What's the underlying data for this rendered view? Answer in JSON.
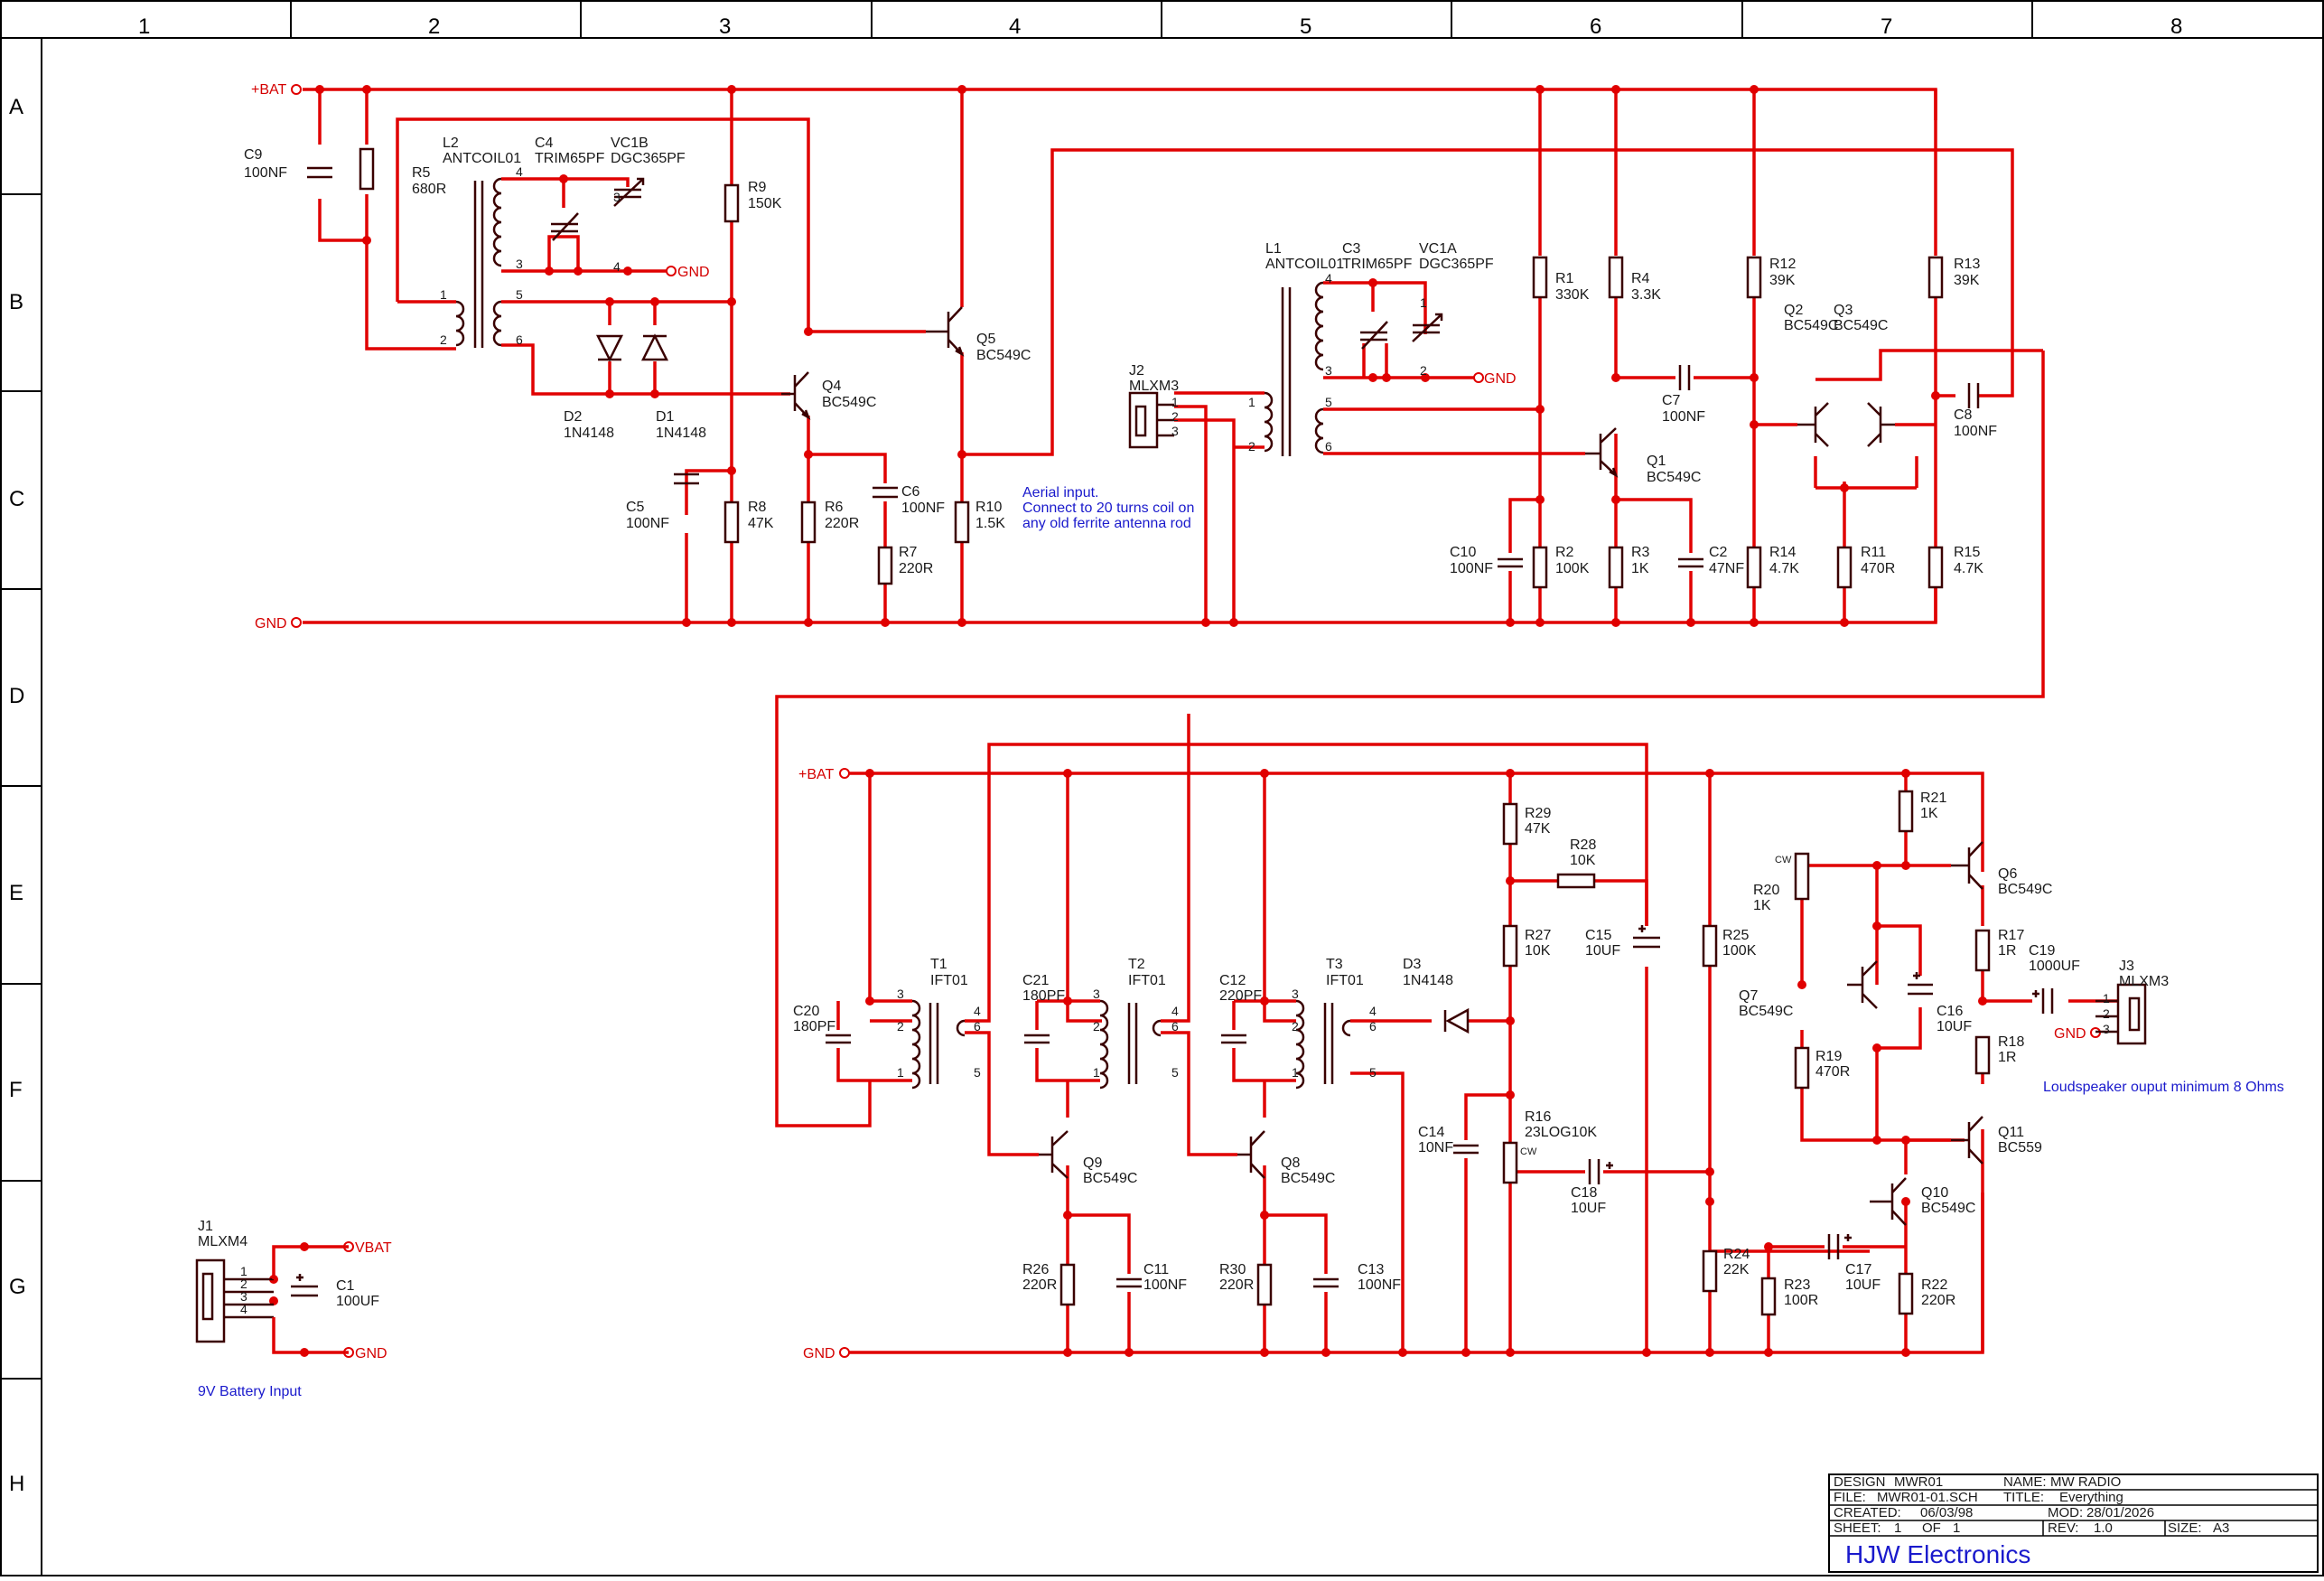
{
  "colors": {
    "wire": "#e00000",
    "component": "#3a0000",
    "note": "#1a1acc",
    "border": "#000000"
  },
  "grid": {
    "columns": [
      "1",
      "2",
      "3",
      "4",
      "5",
      "6",
      "7",
      "8"
    ],
    "rows": [
      "A",
      "B",
      "C",
      "D",
      "E",
      "F",
      "G",
      "H"
    ]
  },
  "nets": {
    "bat_top": "+BAT",
    "gnd_top": "GND",
    "gnd_l2": "GND",
    "gnd_l1": "GND",
    "bat_mid": "+BAT",
    "gnd_bottom": "GND",
    "gnd_j3": "GND",
    "vbat": "VBAT",
    "gnd_batt": "GND"
  },
  "components": {
    "C9": {
      "ref": "C9",
      "value": "100NF"
    },
    "R5": {
      "ref": "R5",
      "value": "680R"
    },
    "L2": {
      "ref": "L2",
      "value": "ANTCOIL01"
    },
    "C4": {
      "ref": "C4",
      "value": "TRIM65PF"
    },
    "VC1B": {
      "ref": "VC1B",
      "value": "DGC365PF"
    },
    "R9": {
      "ref": "R9",
      "value": "150K"
    },
    "D2": {
      "ref": "D2",
      "value": "1N4148"
    },
    "D1": {
      "ref": "D1",
      "value": "1N4148"
    },
    "Q4": {
      "ref": "Q4",
      "value": "BC549C"
    },
    "Q5": {
      "ref": "Q5",
      "value": "BC549C"
    },
    "C5": {
      "ref": "C5",
      "value": "100NF"
    },
    "R8": {
      "ref": "R8",
      "value": "47K"
    },
    "R6": {
      "ref": "R6",
      "value": "220R"
    },
    "C6": {
      "ref": "C6",
      "value": "100NF"
    },
    "R7": {
      "ref": "R7",
      "value": "220R"
    },
    "R10": {
      "ref": "R10",
      "value": "1.5K"
    },
    "J2": {
      "ref": "J2",
      "value": "MLXM3"
    },
    "L1": {
      "ref": "L1",
      "value": "ANTCOIL01"
    },
    "C3": {
      "ref": "C3",
      "value": "TRIM65PF"
    },
    "VC1A": {
      "ref": "VC1A",
      "value": "DGC365PF"
    },
    "R1": {
      "ref": "R1",
      "value": "330K"
    },
    "R4": {
      "ref": "R4",
      "value": "3.3K"
    },
    "C7": {
      "ref": "C7",
      "value": "100NF"
    },
    "Q1": {
      "ref": "Q1",
      "value": "BC549C"
    },
    "R12": {
      "ref": "R12",
      "value": "39K"
    },
    "Q2": {
      "ref": "Q2",
      "value": "BC549C"
    },
    "Q3": {
      "ref": "Q3",
      "value": "BC549C"
    },
    "R13": {
      "ref": "R13",
      "value": "39K"
    },
    "C8": {
      "ref": "C8",
      "value": "100NF"
    },
    "C10": {
      "ref": "C10",
      "value": "100NF"
    },
    "R2": {
      "ref": "R2",
      "value": "100K"
    },
    "R3": {
      "ref": "R3",
      "value": "1K"
    },
    "C2": {
      "ref": "C2",
      "value": "47NF"
    },
    "R14": {
      "ref": "R14",
      "value": "4.7K"
    },
    "R11": {
      "ref": "R11",
      "value": "470R"
    },
    "R15": {
      "ref": "R15",
      "value": "4.7K"
    },
    "C20": {
      "ref": "C20",
      "value": "180PF"
    },
    "T1": {
      "ref": "T1",
      "value": "IFT01"
    },
    "C21": {
      "ref": "C21",
      "value": "180PF"
    },
    "T2": {
      "ref": "T2",
      "value": "IFT01"
    },
    "C12": {
      "ref": "C12",
      "value": "220PF"
    },
    "T3": {
      "ref": "T3",
      "value": "IFT01"
    },
    "D3": {
      "ref": "D3",
      "value": "1N4148"
    },
    "R29": {
      "ref": "R29",
      "value": "47K"
    },
    "R28": {
      "ref": "R28",
      "value": "10K"
    },
    "R27": {
      "ref": "R27",
      "value": "10K"
    },
    "C15": {
      "ref": "C15",
      "value": "10UF"
    },
    "R25": {
      "ref": "R25",
      "value": "100K"
    },
    "R21": {
      "ref": "R21",
      "value": "1K"
    },
    "Q6": {
      "ref": "Q6",
      "value": "BC549C"
    },
    "R20": {
      "ref": "R20",
      "value": "1K"
    },
    "R17": {
      "ref": "R17",
      "value": "1R"
    },
    "C19": {
      "ref": "C19",
      "value": "1000UF"
    },
    "J3": {
      "ref": "J3",
      "value": "MLXM3"
    },
    "Q7": {
      "ref": "Q7",
      "value": "BC549C"
    },
    "C16": {
      "ref": "C16",
      "value": "10UF"
    },
    "R19": {
      "ref": "R19",
      "value": "470R"
    },
    "R18": {
      "ref": "R18",
      "value": "1R"
    },
    "Q11": {
      "ref": "Q11",
      "value": "BC559"
    },
    "Q9": {
      "ref": "Q9",
      "value": "BC549C"
    },
    "Q8": {
      "ref": "Q8",
      "value": "BC549C"
    },
    "C14": {
      "ref": "C14",
      "value": "10NF"
    },
    "R16": {
      "ref": "R16",
      "value": "23LOG10K"
    },
    "C18": {
      "ref": "C18",
      "value": "10UF"
    },
    "Q10": {
      "ref": "Q10",
      "value": "BC549C"
    },
    "R26": {
      "ref": "R26",
      "value": "220R"
    },
    "C11": {
      "ref": "C11",
      "value": "100NF"
    },
    "R30": {
      "ref": "R30",
      "value": "220R"
    },
    "C13": {
      "ref": "C13",
      "value": "100NF"
    },
    "R24": {
      "ref": "R24",
      "value": "22K"
    },
    "C17": {
      "ref": "C17",
      "value": "10UF"
    },
    "R23": {
      "ref": "R23",
      "value": "100R"
    },
    "R22": {
      "ref": "R22",
      "value": "220R"
    },
    "J1": {
      "ref": "J1",
      "value": "MLXM4"
    },
    "C1": {
      "ref": "C1",
      "value": "100UF"
    }
  },
  "pins": {
    "l2_4": "4",
    "l2_3": "3",
    "l2_1": "1",
    "l2_2": "2",
    "l2_5": "5",
    "l2_6": "6",
    "vc1b_3": "3",
    "vc1b_4": "4",
    "j2_1": "1",
    "j2_2": "2",
    "j2_3": "3",
    "l1_1": "1",
    "l1_2": "2",
    "l1_4": "4",
    "l1_3": "3",
    "l1_5": "5",
    "l1_6": "6",
    "vc1a_1": "1",
    "vc1a_2": "2",
    "t1_3": "3",
    "t1_2": "2",
    "t1_1": "1",
    "t1_4": "4",
    "t1_6": "6",
    "t1_5": "5",
    "t2_3": "3",
    "t2_2": "2",
    "t2_1": "1",
    "t2_4": "4",
    "t2_6": "6",
    "t2_5": "5",
    "t3_3": "3",
    "t3_2": "2",
    "t3_1": "1",
    "t3_4": "4",
    "t3_6": "6",
    "t3_5": "5",
    "j3_1": "1",
    "j3_2": "2",
    "j3_3": "3",
    "j1_1": "1",
    "j1_2": "2",
    "j1_3": "3",
    "j1_4": "4",
    "r16_cw": "CW",
    "r20_cw": "CW"
  },
  "notes": {
    "aerial_1": "Aerial input.",
    "aerial_2": "Connect to 20 turns coil on",
    "aerial_3": "any old ferrite antenna rod",
    "speaker": "Loudspeaker ouput minimum 8 Ohms",
    "battery": "9V Battery Input"
  },
  "title_block": {
    "design_label": "DESIGN",
    "design": "MWR01",
    "name_label": "NAME:",
    "name": "MW RADIO",
    "file_label": "FILE:",
    "file": "MWR01-01.SCH",
    "title_label": "TITLE:",
    "title": "Everything",
    "created_label": "CREATED:",
    "created": "06/03/98",
    "mod_label": "MOD:",
    "mod": "28/01/2026",
    "sheet_label": "SHEET:",
    "sheet": "1",
    "of_label": "OF",
    "of": "1",
    "rev_label": "REV:",
    "rev": "1.0",
    "size_label": "SIZE:",
    "size": "A3",
    "company": "HJW Electronics"
  }
}
